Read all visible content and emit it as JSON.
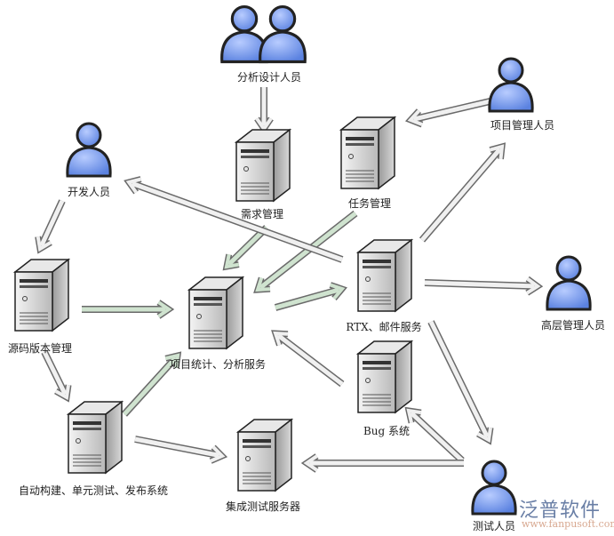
{
  "nodes": {
    "analysts": "分析设计人员",
    "requirements": "需求管理",
    "tasks": "任务管理",
    "project_managers": "项目管理人员",
    "developers": "开发人员",
    "source_control": "源码版本管理",
    "statistics": "项目统计、分析服务",
    "rtx_mail": "RTX、邮件服务",
    "executives": "高层管理人员",
    "bug_system": "Bug 系统",
    "build_system": "自动构建、单元测试、发布系统",
    "integration_server": "集成测试服务器",
    "testers": "测试人员"
  },
  "watermark": {
    "name": "泛普软件",
    "url": "www.fanpusoft.com"
  },
  "colors": {
    "arrow_gray": "#f0f0f0",
    "arrow_green": "#cfe3cf",
    "person_blue": "#7a9ff0"
  }
}
